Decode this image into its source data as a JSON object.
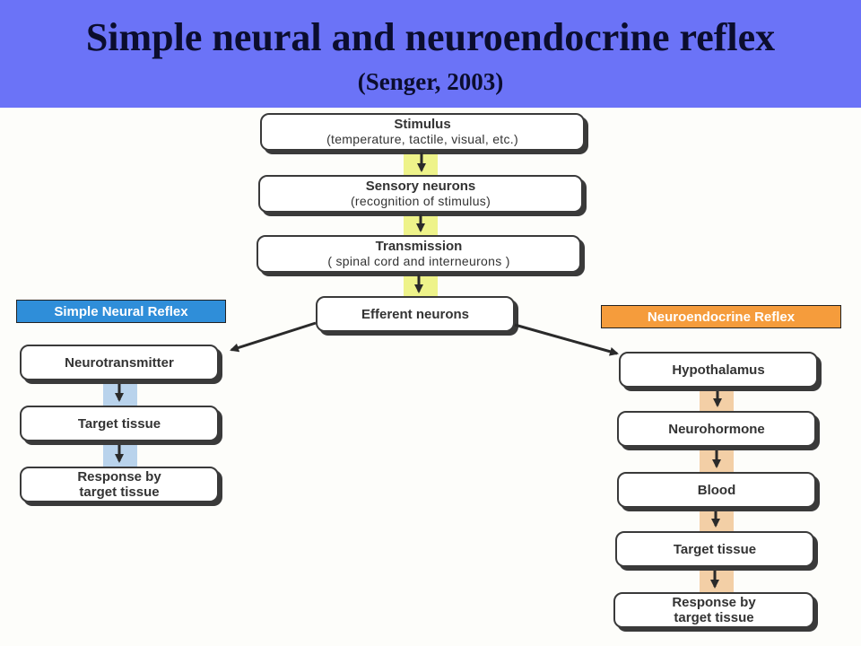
{
  "header": {
    "title": "Simple neural and neuroendocrine reflex",
    "citation": "(Senger, 2003)"
  },
  "main_flow": {
    "stimulus": {
      "title": "Stimulus",
      "detail": "(temperature, tactile, visual, etc.)"
    },
    "sensory": {
      "title": "Sensory neurons",
      "detail": "(recognition of stimulus)"
    },
    "transmission": {
      "title": "Transmission",
      "detail": "( spinal cord and interneurons )"
    },
    "efferent": {
      "title": "Efferent neurons"
    }
  },
  "neural_path": {
    "label": "Simple Neural Reflex",
    "steps": [
      "Neurotransmitter",
      "Target tissue",
      "Response by target tissue"
    ],
    "response_lines": [
      "Response by",
      "target tissue"
    ]
  },
  "neuroendocrine_path": {
    "label": "Neuroendocrine Reflex",
    "steps": [
      "Hypothalamus",
      "Neurohormone",
      "Blood",
      "Target tissue",
      "Response by target tissue"
    ],
    "response_lines": [
      "Response by",
      "target tissue"
    ]
  },
  "colors": {
    "header_bg": "#6b73f7",
    "main_band": "#eef38a",
    "neural_band": "#b9d3ec",
    "neuroendocrine_band": "#f3cfa6",
    "neural_label": "#2f8ed9",
    "neuroendocrine_label": "#f59c3c"
  }
}
